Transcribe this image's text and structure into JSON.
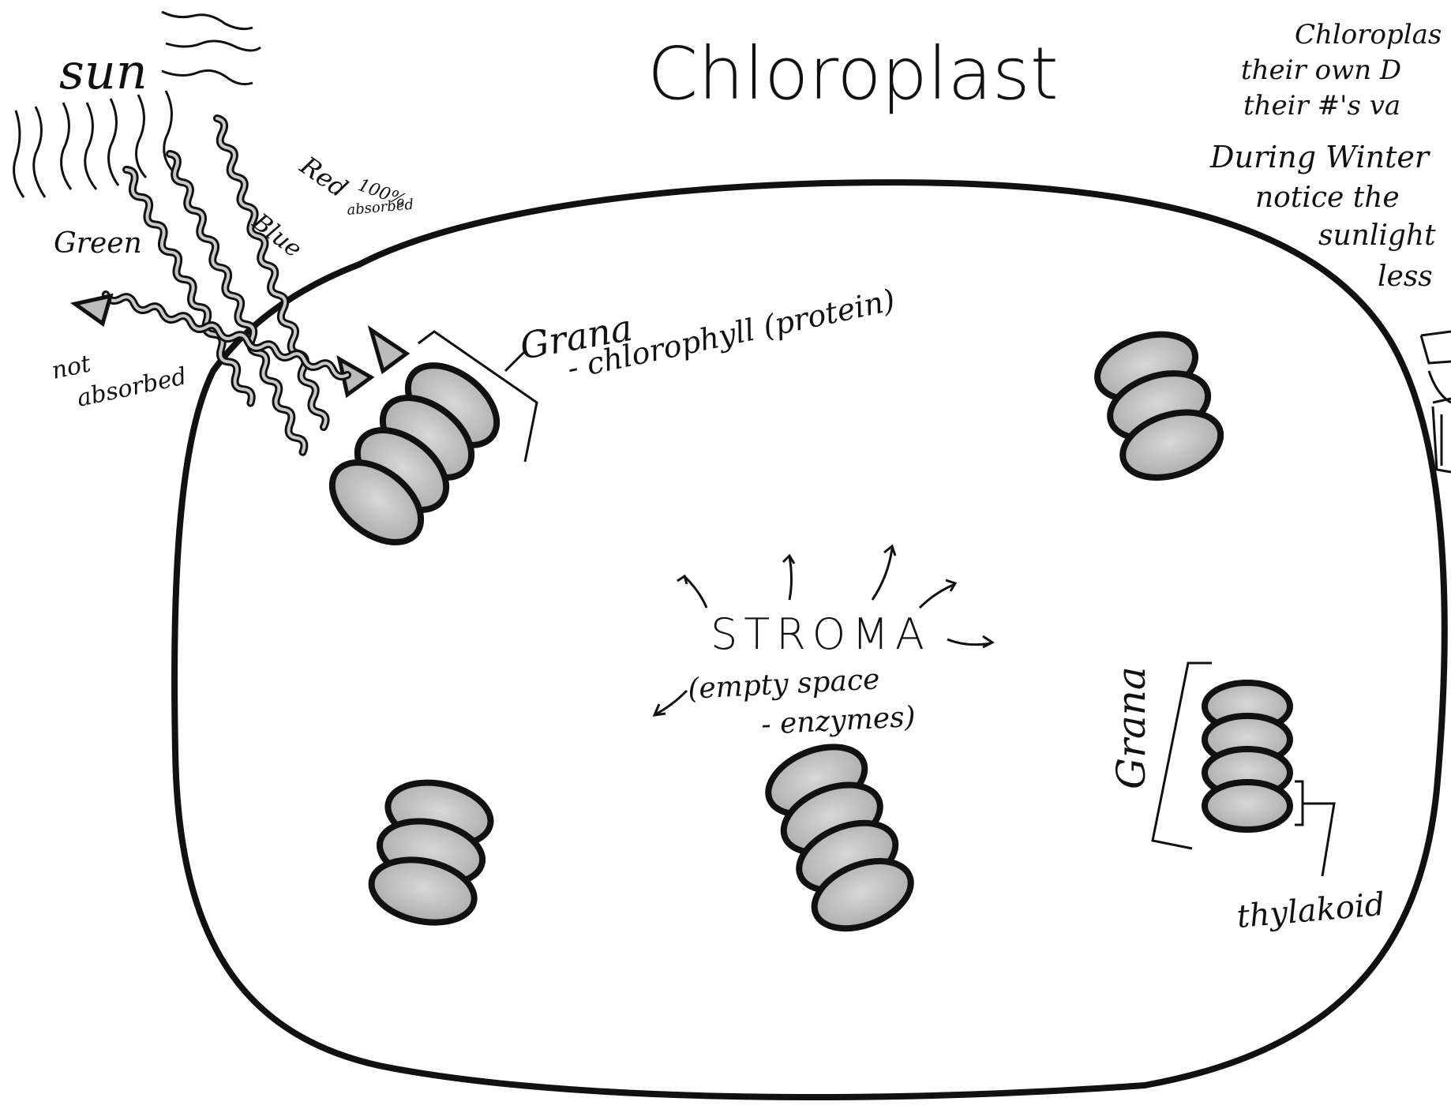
{
  "title": "Chloroplast",
  "sun_label": "sun",
  "light": {
    "red": "Red",
    "red_note_line1": "100%",
    "red_note_line2": "absorbed",
    "blue": "Blue",
    "green": "Green",
    "green_note_line1": "not",
    "green_note_line2": "absorbed"
  },
  "grana_top": {
    "label": "Grana",
    "sub": "- chlorophyll (protein)"
  },
  "stroma": {
    "label": "STROMA",
    "sub_line1": "(empty space",
    "sub_line2": "- enzymes)"
  },
  "grana_right_label": "Grana",
  "thylakoid_label": "thylakoid",
  "side_notes": {
    "line1": "Chloroplas",
    "line2": "their own D",
    "line3": "their #'s va",
    "line4": "During Winter",
    "line5": "notice the",
    "line6": "sunlight",
    "line7": "less"
  },
  "colors": {
    "ink": "#111111",
    "disc_fill": "#b9b9b9",
    "disc_highlight": "#d6d6d6",
    "wave_fill": "#c8c8c8"
  }
}
